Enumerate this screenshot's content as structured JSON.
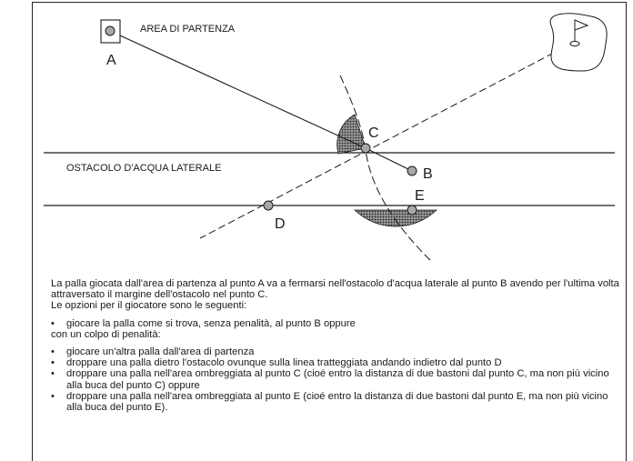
{
  "diagram": {
    "tee_area_label": "AREA DI PARTENZA",
    "hazard_label": "OSTACOLO D'ACQUA LATERALE",
    "points": {
      "A": "A",
      "B": "B",
      "C": "C",
      "D": "D",
      "E": "E"
    }
  },
  "description": {
    "intro": "La palla giocata dall'area di partenza al punto A va a fermarsi nell'ostacolo d'acqua laterale al punto B avendo per l'ultima volta attraversato il margine dell'ostacolo nel punto C.",
    "options_intro": "Le opzioni per il giocatore sono le seguenti:",
    "option_b": "giocare la palla come si trova, senza penalità, al punto B oppure",
    "penalty_intro": "con un colpo di penalità:",
    "penalty_options": [
      "giocare un'altra palla dall'area di partenza",
      "droppare una palla dietro l'ostacolo ovunque sulla linea tratteggiata andando indietro dal punto D",
      "droppare una palla nell'area ombreggiata al punto C (cioé entro la distanza di due bastoni dal punto C, ma non più vicino alla buca del punto C) oppure",
      "droppare una palla nell'area ombreggiata al punto E (cioé entro la distanza di due bastoni dal punto E, ma non più vicino alla buca del punto E)."
    ],
    "bullet_char": "•"
  }
}
